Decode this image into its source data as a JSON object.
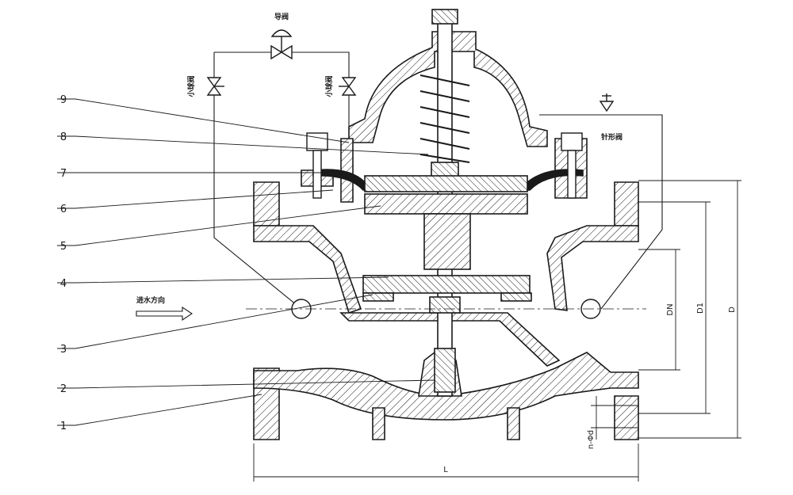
{
  "diagram": {
    "part_numbers": [
      "9",
      "8",
      "7",
      "6",
      "5",
      "4",
      "3",
      "2",
      "1"
    ],
    "labels": {
      "pilot_valve": "导阀",
      "ball_valve_left": "小球阀",
      "ball_valve_right": "小球阀",
      "needle_valve": "针形阀",
      "flow_direction": "进水方向"
    },
    "dimensions": {
      "dn": "DN",
      "d1": "D1",
      "d": "D",
      "length": "L",
      "bolt_holes": "n-Φd"
    }
  }
}
